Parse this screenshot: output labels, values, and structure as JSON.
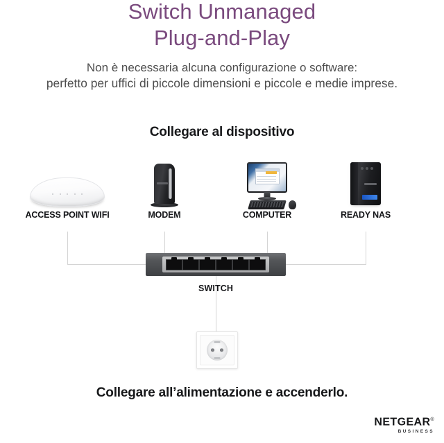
{
  "title": {
    "line1": "Switch Unmanaged",
    "line2": "Plug-and-Play",
    "color": "#7a4a7e"
  },
  "subtitle": {
    "line1": "Non è necessaria alcuna configurazione o software:",
    "line2": "perfetto per uffici di piccole dimensioni e piccole e medie imprese.",
    "color": "#4d4d4d"
  },
  "diagram": {
    "section_heading": "Collegare al dispositivo",
    "devices": [
      {
        "label": "ACCESS POINT WIFI",
        "icon": "wifi-access-point-icon"
      },
      {
        "label": "MODEM",
        "icon": "modem-icon"
      },
      {
        "label": "COMPUTER",
        "icon": "desktop-computer-icon"
      },
      {
        "label": "READY NAS",
        "icon": "nas-tower-icon"
      }
    ],
    "switch": {
      "label": "SWITCH",
      "port_count": 6,
      "icon": "network-switch-icon"
    },
    "outlet": {
      "icon": "power-outlet-icon"
    },
    "connector_color": "#d4d4d4"
  },
  "bottom_heading": "Collegare all’alimentazione e accenderlo.",
  "brand": {
    "wordmark": "NETGEAR",
    "trademark": "®",
    "tagline": "BUSINESS"
  }
}
